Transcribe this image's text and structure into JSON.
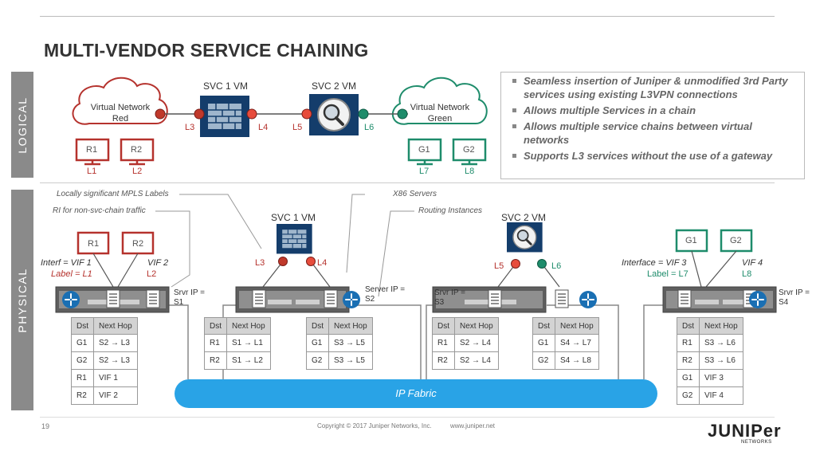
{
  "title": "MULTI-VENDOR SERVICE CHAINING",
  "sections": {
    "logical": "LOGICAL",
    "physical": "PHYSICAL"
  },
  "bullets": [
    "Seamless insertion of Juniper & unmodified 3rd Party services using existing L3VPN connections",
    "Allows multiple Services in a chain",
    "Allows multiple service chains between virtual networks",
    "Supports L3 services without the use of a gateway"
  ],
  "logical": {
    "vn_red": "Virtual Network Red",
    "vn_green": "Virtual Network Green",
    "svc1": "SVC 1  VM",
    "svc2": "SVC 2  VM",
    "ports": {
      "l3": "L3",
      "l4": "L4",
      "l5": "L5",
      "l6": "L6"
    },
    "red_hosts": [
      {
        "name": "R1",
        "label": "L1"
      },
      {
        "name": "R2",
        "label": "L2"
      }
    ],
    "green_hosts": [
      {
        "name": "G1",
        "label": "L7"
      },
      {
        "name": "G2",
        "label": "L8"
      }
    ]
  },
  "physical": {
    "annotations": {
      "mpls": "Locally significant MPLS Labels",
      "rinst": "RI for non-svc-chain traffic",
      "x86": "X86 Servers",
      "routing": "Routing Instances"
    },
    "svc1": "SVC 1  VM",
    "svc2": "SVC 2  VM",
    "s1": {
      "vif1": "Interf = VIF 1",
      "label1": "Label = L1",
      "vif2": "VIF 2",
      "label2": "L2",
      "ip": "Srvr IP = S1",
      "hosts": [
        "R1",
        "R2"
      ]
    },
    "s2": {
      "l3": "L3",
      "l4": "L4",
      "ip": "Server IP = S2"
    },
    "s3": {
      "l5": "L5",
      "l6": "L6",
      "ip": "Srvr IP = S3"
    },
    "s4": {
      "vif3": "Interface = VIF 3",
      "label3": "Label = L7",
      "vif4": "VIF 4",
      "label4": "L8",
      "ip": "Srvr IP = S4",
      "hosts": [
        "G1",
        "G2"
      ]
    },
    "table_headers": [
      "Dst",
      "Next Hop"
    ],
    "tables": {
      "t1": [
        [
          "G1",
          "S2 → L3"
        ],
        [
          "G2",
          "S2 → L3"
        ],
        [
          "R1",
          "VIF 1"
        ],
        [
          "R2",
          "VIF 2"
        ]
      ],
      "t2": [
        [
          "R1",
          "S1 → L1"
        ],
        [
          "R2",
          "S1 → L2"
        ]
      ],
      "t3": [
        [
          "G1",
          "S3 → L5"
        ],
        [
          "G2",
          "S3 → L5"
        ]
      ],
      "t4": [
        [
          "R1",
          "S2 → L4"
        ],
        [
          "R2",
          "S2 → L4"
        ]
      ],
      "t5": [
        [
          "G1",
          "S4 → L7"
        ],
        [
          "G2",
          "S4 → L8"
        ]
      ],
      "t6": [
        [
          "R1",
          "S3 → L6"
        ],
        [
          "R2",
          "S3 → L6"
        ],
        [
          "G1",
          "VIF 3"
        ],
        [
          "G2",
          "VIF 4"
        ]
      ]
    },
    "fabric": "IP Fabric"
  },
  "footer": {
    "page": "19",
    "copyright": "Copyright © 2017 Juniper Networks, Inc.",
    "url": "www.juniper.net",
    "logo": "JUNIPer",
    "logo_sub": "NETWORKS"
  },
  "colors": {
    "red": "#b5322d",
    "green": "#1e8c6b",
    "navy": "#143d6b",
    "fabric": "#29a3e6",
    "sidebar": "#8a8a8a"
  },
  "icons": [
    "cloud-icon",
    "monitor-icon",
    "firewall-icon",
    "magnifier-icon",
    "server-icon",
    "router-icon",
    "document-icon"
  ]
}
